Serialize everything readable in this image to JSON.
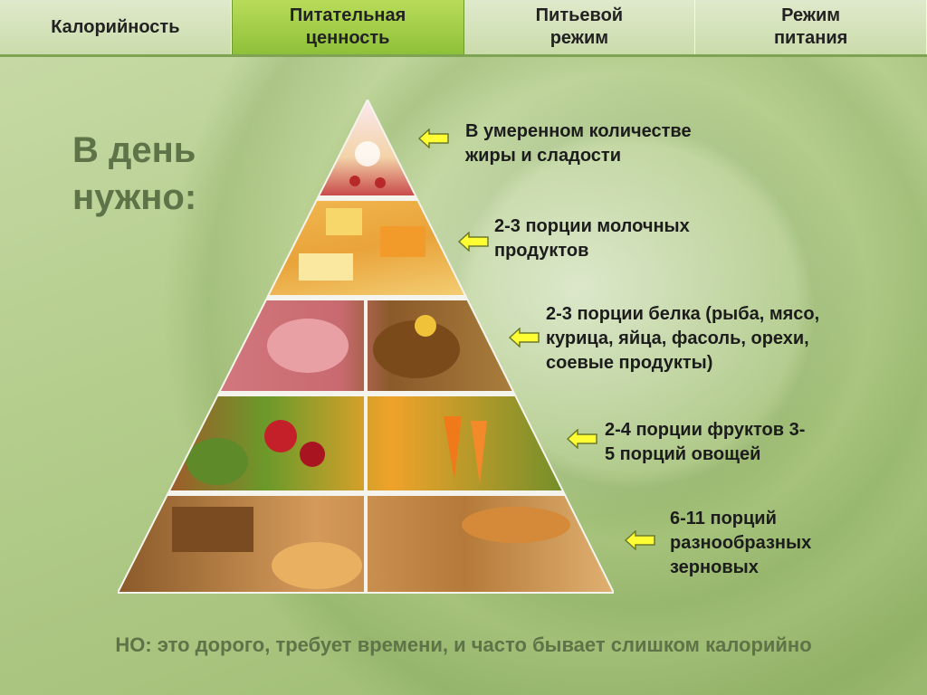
{
  "nav": {
    "tabs": [
      {
        "label": "Калорийность",
        "active": false
      },
      {
        "label": "Питательная\nценность",
        "active": true
      },
      {
        "label": "Питьевой\nрежим",
        "active": false
      },
      {
        "label": "Режим\nпитания",
        "active": false
      }
    ]
  },
  "heading": "В день нужно:",
  "pyramid": {
    "tiers": [
      {
        "label": "В умеренном количестве жиры и сладости"
      },
      {
        "label": "2-3 порции молочных продуктов"
      },
      {
        "label": "2-3 порции белка (рыба, мясо, курица, яйца, фасоль, орехи, соевые продукты)"
      },
      {
        "label": "2-4 порции фруктов 3-5 порций овощей"
      },
      {
        "label": "6-11 порций разнообразных зерновых"
      }
    ]
  },
  "footer": "НО: это дорого, требует времени, и часто бывает слишком калорийно",
  "colors": {
    "accent_tab": "#8fc03a",
    "heading": "#5e7347",
    "arrow_fill": "#ffff33",
    "arrow_stroke": "#6a7a2a"
  }
}
